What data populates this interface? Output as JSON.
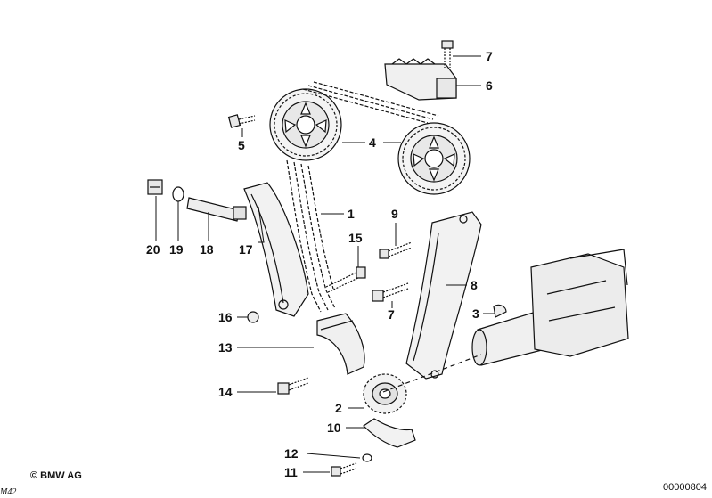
{
  "diagram": {
    "part_numbers": [
      "1",
      "2",
      "3",
      "4",
      "5",
      "6",
      "7",
      "7",
      "8",
      "9",
      "10",
      "11",
      "12",
      "13",
      "14",
      "15",
      "16",
      "17",
      "18",
      "19",
      "20"
    ],
    "labels": {
      "p1": "1",
      "p2": "2",
      "p3": "3",
      "p4": "4",
      "p5": "5",
      "p6": "6",
      "p7a": "7",
      "p7b": "7",
      "p8": "8",
      "p9": "9",
      "p10": "10",
      "p11": "11",
      "p12": "12",
      "p13": "13",
      "p14": "14",
      "p15": "15",
      "p16": "16",
      "p17": "17",
      "p18": "18",
      "p19": "19",
      "p20": "20"
    }
  },
  "footer": {
    "copyright": "© BMW AG",
    "figure_number": "00000804",
    "corner_mark": "M42"
  },
  "colors": {
    "line": "#111111",
    "background": "#ffffff"
  }
}
